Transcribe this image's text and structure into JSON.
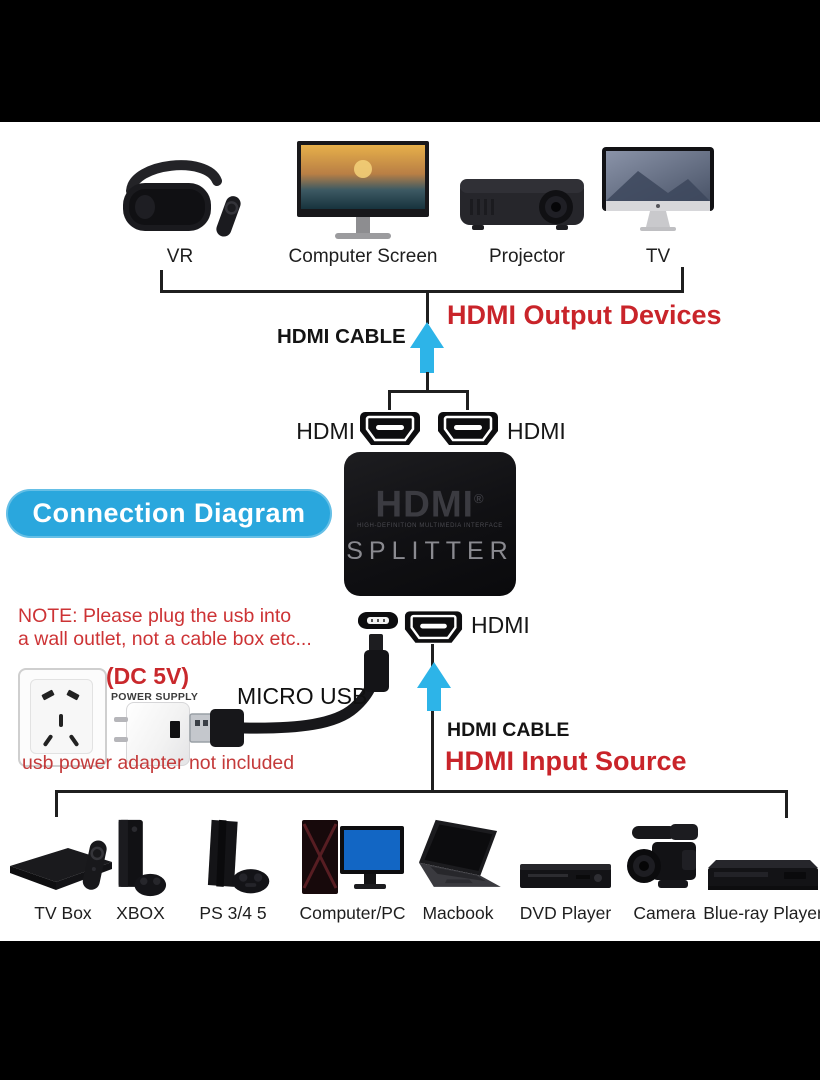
{
  "pill": {
    "label": "Connection Diagram"
  },
  "output": {
    "heading": "HDMI Output Devices",
    "cable_label": "HDMI CABLE",
    "port_left_label": "HDMI",
    "port_right_label": "HDMI",
    "devices": [
      {
        "label": "VR"
      },
      {
        "label": "Computer Screen"
      },
      {
        "label": "Projector"
      },
      {
        "label": "TV"
      }
    ]
  },
  "splitter": {
    "logo": "HDMI",
    "registered": "®",
    "tagline": "HIGH-DEFINITION MULTIMEDIA INTERFACE",
    "product": "SPLITTER"
  },
  "power": {
    "note_line1": "NOTE: Please plug the usb into",
    "note_line2": "a wall outlet, not a cable box etc...",
    "dc_label": "(DC 5V)",
    "supply_label": "POWER SUPPLY",
    "micro_usb_label": "MICRO USB",
    "disclaimer": "usb power adapter not included"
  },
  "input": {
    "heading": "HDMI Input Source",
    "cable_label": "HDMI CABLE",
    "port_label": "HDMI",
    "devices": [
      {
        "label": "TV Box"
      },
      {
        "label": "XBOX"
      },
      {
        "label": "PS 3/4 5"
      },
      {
        "label": "Computer/PC"
      },
      {
        "label": "Macbook"
      },
      {
        "label": "DVD Player"
      },
      {
        "label": "Camera"
      },
      {
        "label": "Blue-ray Player"
      }
    ]
  },
  "colors": {
    "heading_red": "#c9242a",
    "note_red": "#cd3335",
    "arrow_cyan": "#2db4e8",
    "pill_cyan": "#2aa7dd",
    "line_black": "#1f1f1f"
  }
}
